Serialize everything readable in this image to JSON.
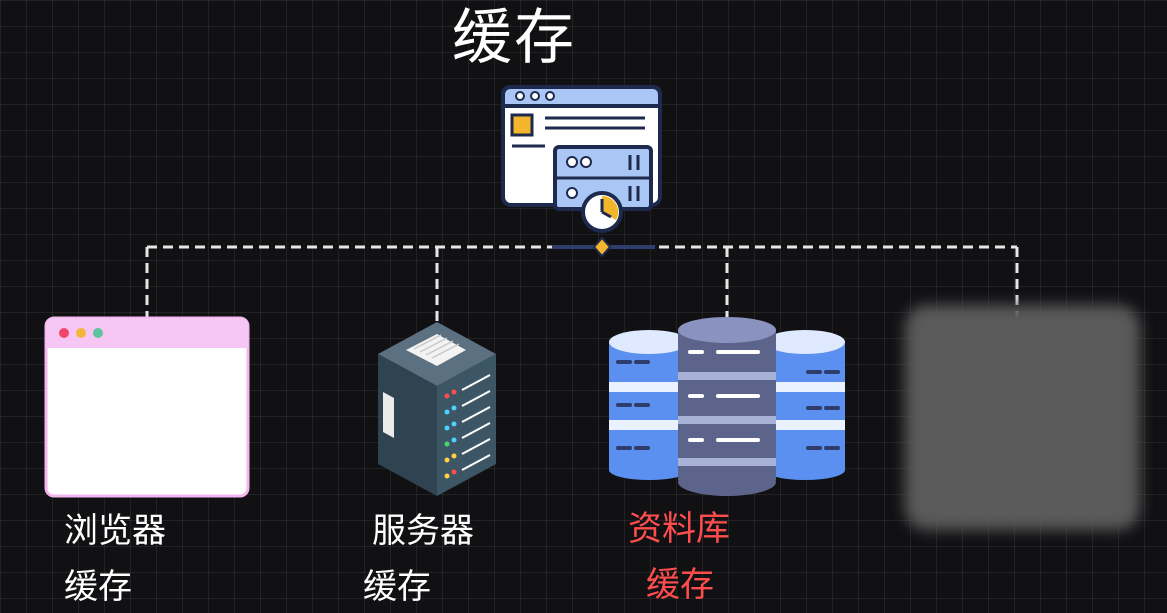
{
  "title": "缓存",
  "nodes": [
    {
      "name": "浏览器",
      "suffix": "缓存",
      "highlight": false
    },
    {
      "name": "服务器",
      "suffix": "缓存",
      "highlight": false
    },
    {
      "name": "资料库",
      "suffix": "缓存",
      "highlight": true
    }
  ],
  "colors": {
    "background": "#111114",
    "label": "#ffffff",
    "highlight": "#ff4d4d",
    "connector": "#e6e6e6"
  },
  "icons": {
    "top": "cache-window-icon",
    "node_0": "browser-window-icon",
    "node_1": "server-rack-icon",
    "node_2": "database-stack-icon",
    "node_3": "blurred-placeholder"
  }
}
